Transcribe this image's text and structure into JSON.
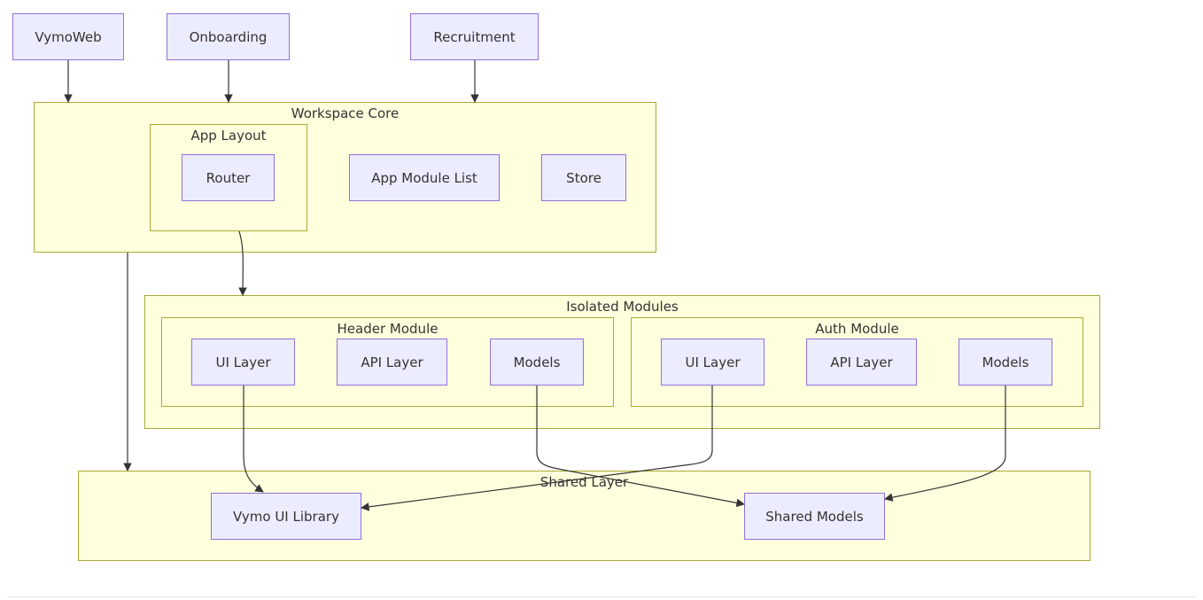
{
  "nodes": {
    "vymoweb": "VymoWeb",
    "onboarding": "Onboarding",
    "recruitment": "Recruitment",
    "router": "Router",
    "app_module_list": "App Module List",
    "store": "Store",
    "header_ui_layer": "UI Layer",
    "header_api_layer": "API Layer",
    "header_models": "Models",
    "auth_ui_layer": "UI Layer",
    "auth_api_layer": "API Layer",
    "auth_models": "Models",
    "vymo_ui_library": "Vymo UI Library",
    "shared_models": "Shared Models"
  },
  "groups": {
    "workspace_core": "Workspace Core",
    "app_layout": "App Layout",
    "isolated_modules": "Isolated Modules",
    "header_module": "Header Module",
    "auth_module": "Auth Module",
    "shared_layer": "Shared Layer"
  },
  "edges": [
    {
      "from": "VymoWeb",
      "to": "Workspace Core"
    },
    {
      "from": "Onboarding",
      "to": "Workspace Core"
    },
    {
      "from": "Recruitment",
      "to": "Workspace Core"
    },
    {
      "from": "Workspace Core",
      "to": "Shared Layer"
    },
    {
      "from": "App Layout",
      "to": "Isolated Modules"
    },
    {
      "from": "Header Module / UI Layer",
      "to": "Vymo UI Library"
    },
    {
      "from": "Auth Module / UI Layer",
      "to": "Vymo UI Library"
    },
    {
      "from": "Header Module / Models",
      "to": "Shared Models"
    },
    {
      "from": "Auth Module / Models",
      "to": "Shared Models"
    }
  ],
  "colors": {
    "node_fill": "#ececff",
    "node_border": "#9370db",
    "group_fill": "#ffffde",
    "group_border": "#aaaa33",
    "edge": "#333333"
  }
}
